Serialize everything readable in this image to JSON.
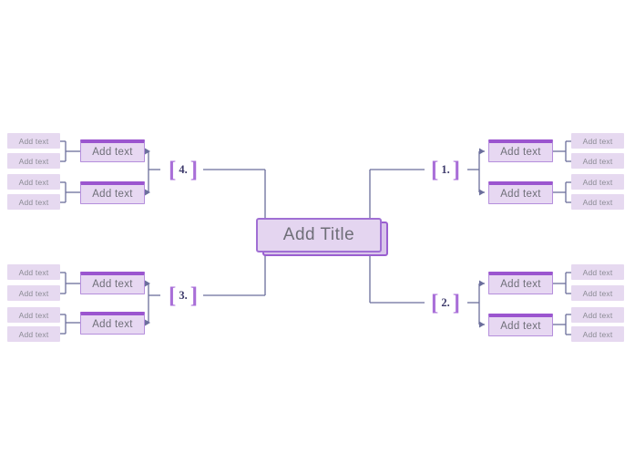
{
  "diagram": {
    "type": "mind-map",
    "title_node": {
      "label": "Add Title"
    },
    "default_node_label": "Add text",
    "colors": {
      "node_fill": "#e7d8f2",
      "node_border": "#b58fdc",
      "node_top_accent": "#9b55cf",
      "leaf_fill": "#e6d9f0",
      "title_fill": "#e4d5f0",
      "title_border": "#a06fd4",
      "connector": "#6b6e9c",
      "bracket": "#a96fd8",
      "number": "#3d3a6b",
      "background": "#ffffff"
    },
    "branches": [
      {
        "number": "1.",
        "bracket_open": "[",
        "bracket_close": "]",
        "position": "top-right",
        "nodes": [
          {
            "label": "Add text",
            "leaves": [
              {
                "label": "Add text"
              },
              {
                "label": "Add text"
              }
            ]
          },
          {
            "label": "Add text",
            "leaves": [
              {
                "label": "Add text"
              },
              {
                "label": "Add text"
              }
            ]
          }
        ]
      },
      {
        "number": "2.",
        "bracket_open": "[",
        "bracket_close": "]",
        "position": "bottom-right",
        "nodes": [
          {
            "label": "Add text",
            "leaves": [
              {
                "label": "Add text"
              },
              {
                "label": "Add text"
              }
            ]
          },
          {
            "label": "Add text",
            "leaves": [
              {
                "label": "Add text"
              },
              {
                "label": "Add text"
              }
            ]
          }
        ]
      },
      {
        "number": "3.",
        "bracket_open": "[",
        "bracket_close": "]",
        "position": "bottom-left",
        "nodes": [
          {
            "label": "Add text",
            "leaves": [
              {
                "label": "Add text"
              },
              {
                "label": "Add text"
              }
            ]
          },
          {
            "label": "Add text",
            "leaves": [
              {
                "label": "Add text"
              },
              {
                "label": "Add text"
              }
            ]
          }
        ]
      },
      {
        "number": "4.",
        "bracket_open": "[",
        "bracket_close": "]",
        "position": "top-left",
        "nodes": [
          {
            "label": "Add text",
            "leaves": [
              {
                "label": "Add text"
              },
              {
                "label": "Add text"
              }
            ]
          },
          {
            "label": "Add text",
            "leaves": [
              {
                "label": "Add text"
              },
              {
                "label": "Add text"
              }
            ]
          }
        ]
      }
    ]
  }
}
